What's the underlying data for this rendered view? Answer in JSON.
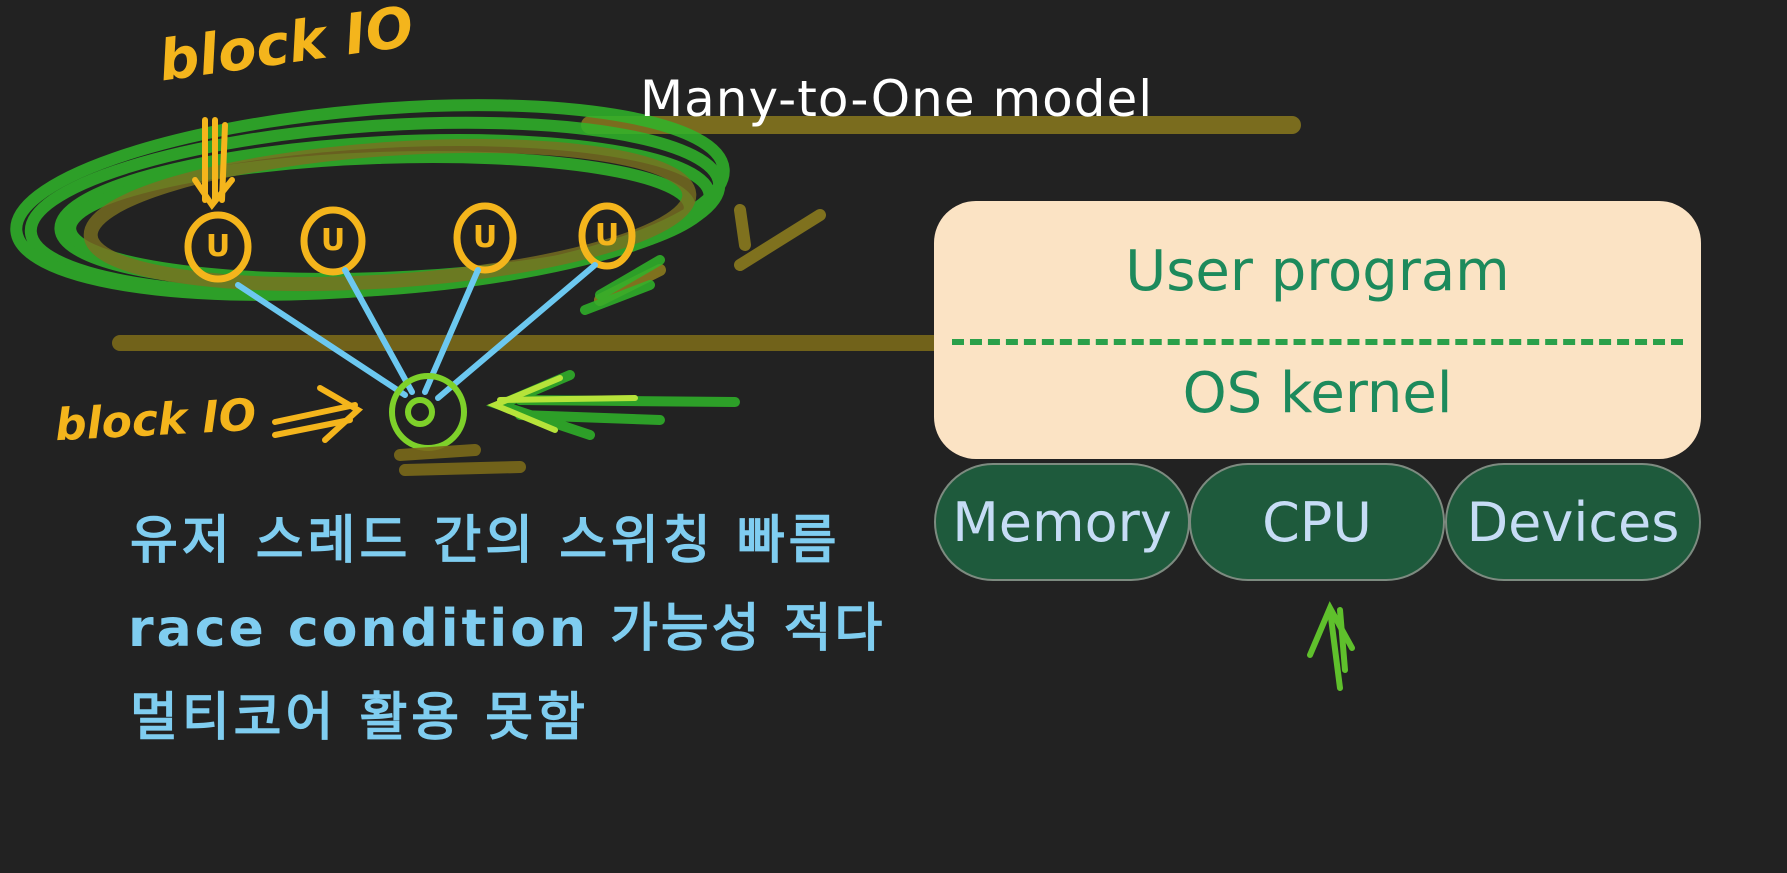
{
  "title": "Many-to-One model",
  "diagram": {
    "user_program": "User program",
    "os_kernel": "OS kernel",
    "hardware": [
      "Memory",
      "CPU",
      "Devices"
    ]
  },
  "annotations": {
    "block_io_top": "block IO",
    "block_io_left": "block IO",
    "user_thread": "U",
    "notes": [
      "유저 스레드 간의 스위칭 빠름",
      "race condition 가능성 적다",
      "멀티코어 활용 못함"
    ]
  },
  "colors": {
    "background": "#222222",
    "highlight_yellow": "#f4b51c",
    "highlight_green": "#34b52e",
    "note_blue": "#7fcdf0",
    "program_box": "#fbe3c4",
    "hardware_box": "#1e5a3c"
  }
}
